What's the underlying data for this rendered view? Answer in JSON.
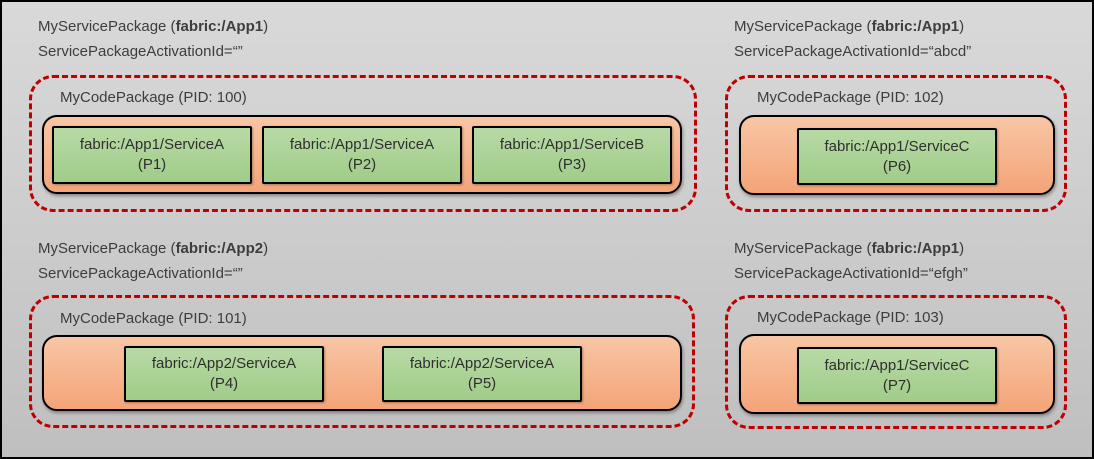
{
  "diagram": {
    "description": "Service Fabric service package activation diagram with four service package hosts",
    "packages": [
      {
        "title_prefix": "MyServicePackage (",
        "title_app": "fabric:/App1",
        "title_suffix": ")",
        "activation_line": "ServicePackageActivationId=“”",
        "code_package_label": "MyCodePackage (PID: 100)",
        "services": [
          {
            "name": "fabric:/App1/ServiceA",
            "instance": "(P1)"
          },
          {
            "name": "fabric:/App1/ServiceA",
            "instance": "(P2)"
          },
          {
            "name": "fabric:/App1/ServiceB",
            "instance": "(P3)"
          }
        ]
      },
      {
        "title_prefix": "MyServicePackage (",
        "title_app": "fabric:/App1",
        "title_suffix": ")",
        "activation_line": "ServicePackageActivationId=“abcd”",
        "code_package_label": "MyCodePackage (PID: 102)",
        "services": [
          {
            "name": "fabric:/App1/ServiceC",
            "instance": "(P6)"
          }
        ]
      },
      {
        "title_prefix": "MyServicePackage (",
        "title_app": "fabric:/App2",
        "title_suffix": ")",
        "activation_line": "ServicePackageActivationId=“”",
        "code_package_label": "MyCodePackage (PID: 101)",
        "services": [
          {
            "name": "fabric:/App2/ServiceA",
            "instance": "(P4)"
          },
          {
            "name": "fabric:/App2/ServiceA",
            "instance": "(P5)"
          }
        ]
      },
      {
        "title_prefix": "MyServicePackage (",
        "title_app": "fabric:/App1",
        "title_suffix": ")",
        "activation_line": "ServicePackageActivationId=“efgh”",
        "code_package_label": "MyCodePackage (PID: 103)",
        "services": [
          {
            "name": "fabric:/App1/ServiceC",
            "instance": "(P7)"
          }
        ]
      }
    ]
  },
  "colors": {
    "dashed_boundary_red": "#c00000",
    "host_orange_top": "#f8c6a5",
    "host_orange_bottom": "#f4a478",
    "service_green_top": "#b8daa6",
    "service_green_bottom": "#a0cc88",
    "background_top": "#d9d9d9",
    "background_bottom": "#bfbfbf",
    "border_black": "#000000",
    "text_gray": "#3d3d3d"
  }
}
